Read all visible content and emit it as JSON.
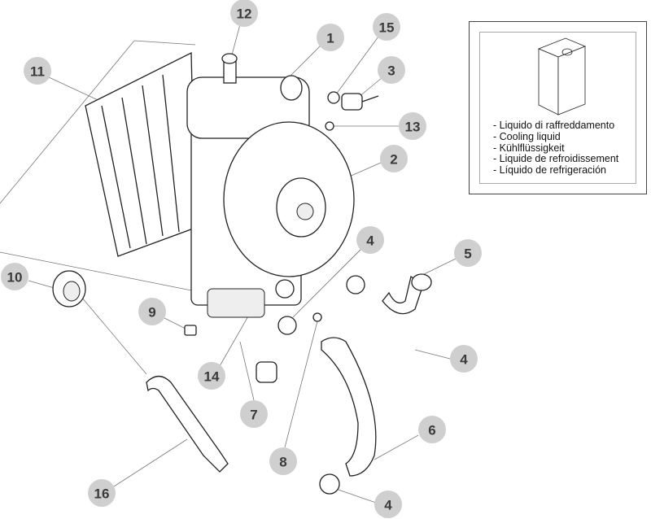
{
  "callouts": [
    "12",
    "1",
    "15",
    "11",
    "3",
    "13",
    "2",
    "4",
    "5",
    "10",
    "9",
    "4",
    "14",
    "7",
    "6",
    "8",
    "16",
    "4"
  ],
  "legend": {
    "icon": "coolant-canister-icon",
    "lines": [
      "- Liquido di raffreddamento",
      "- Cooling liquid",
      "- Kühlflüssigkeit",
      "- Liquide de refroidissement",
      "- Líquido de refrigeración"
    ]
  },
  "colors": {
    "callout_fill": "#cfcfcf",
    "callout_text": "#3a3a3a"
  }
}
